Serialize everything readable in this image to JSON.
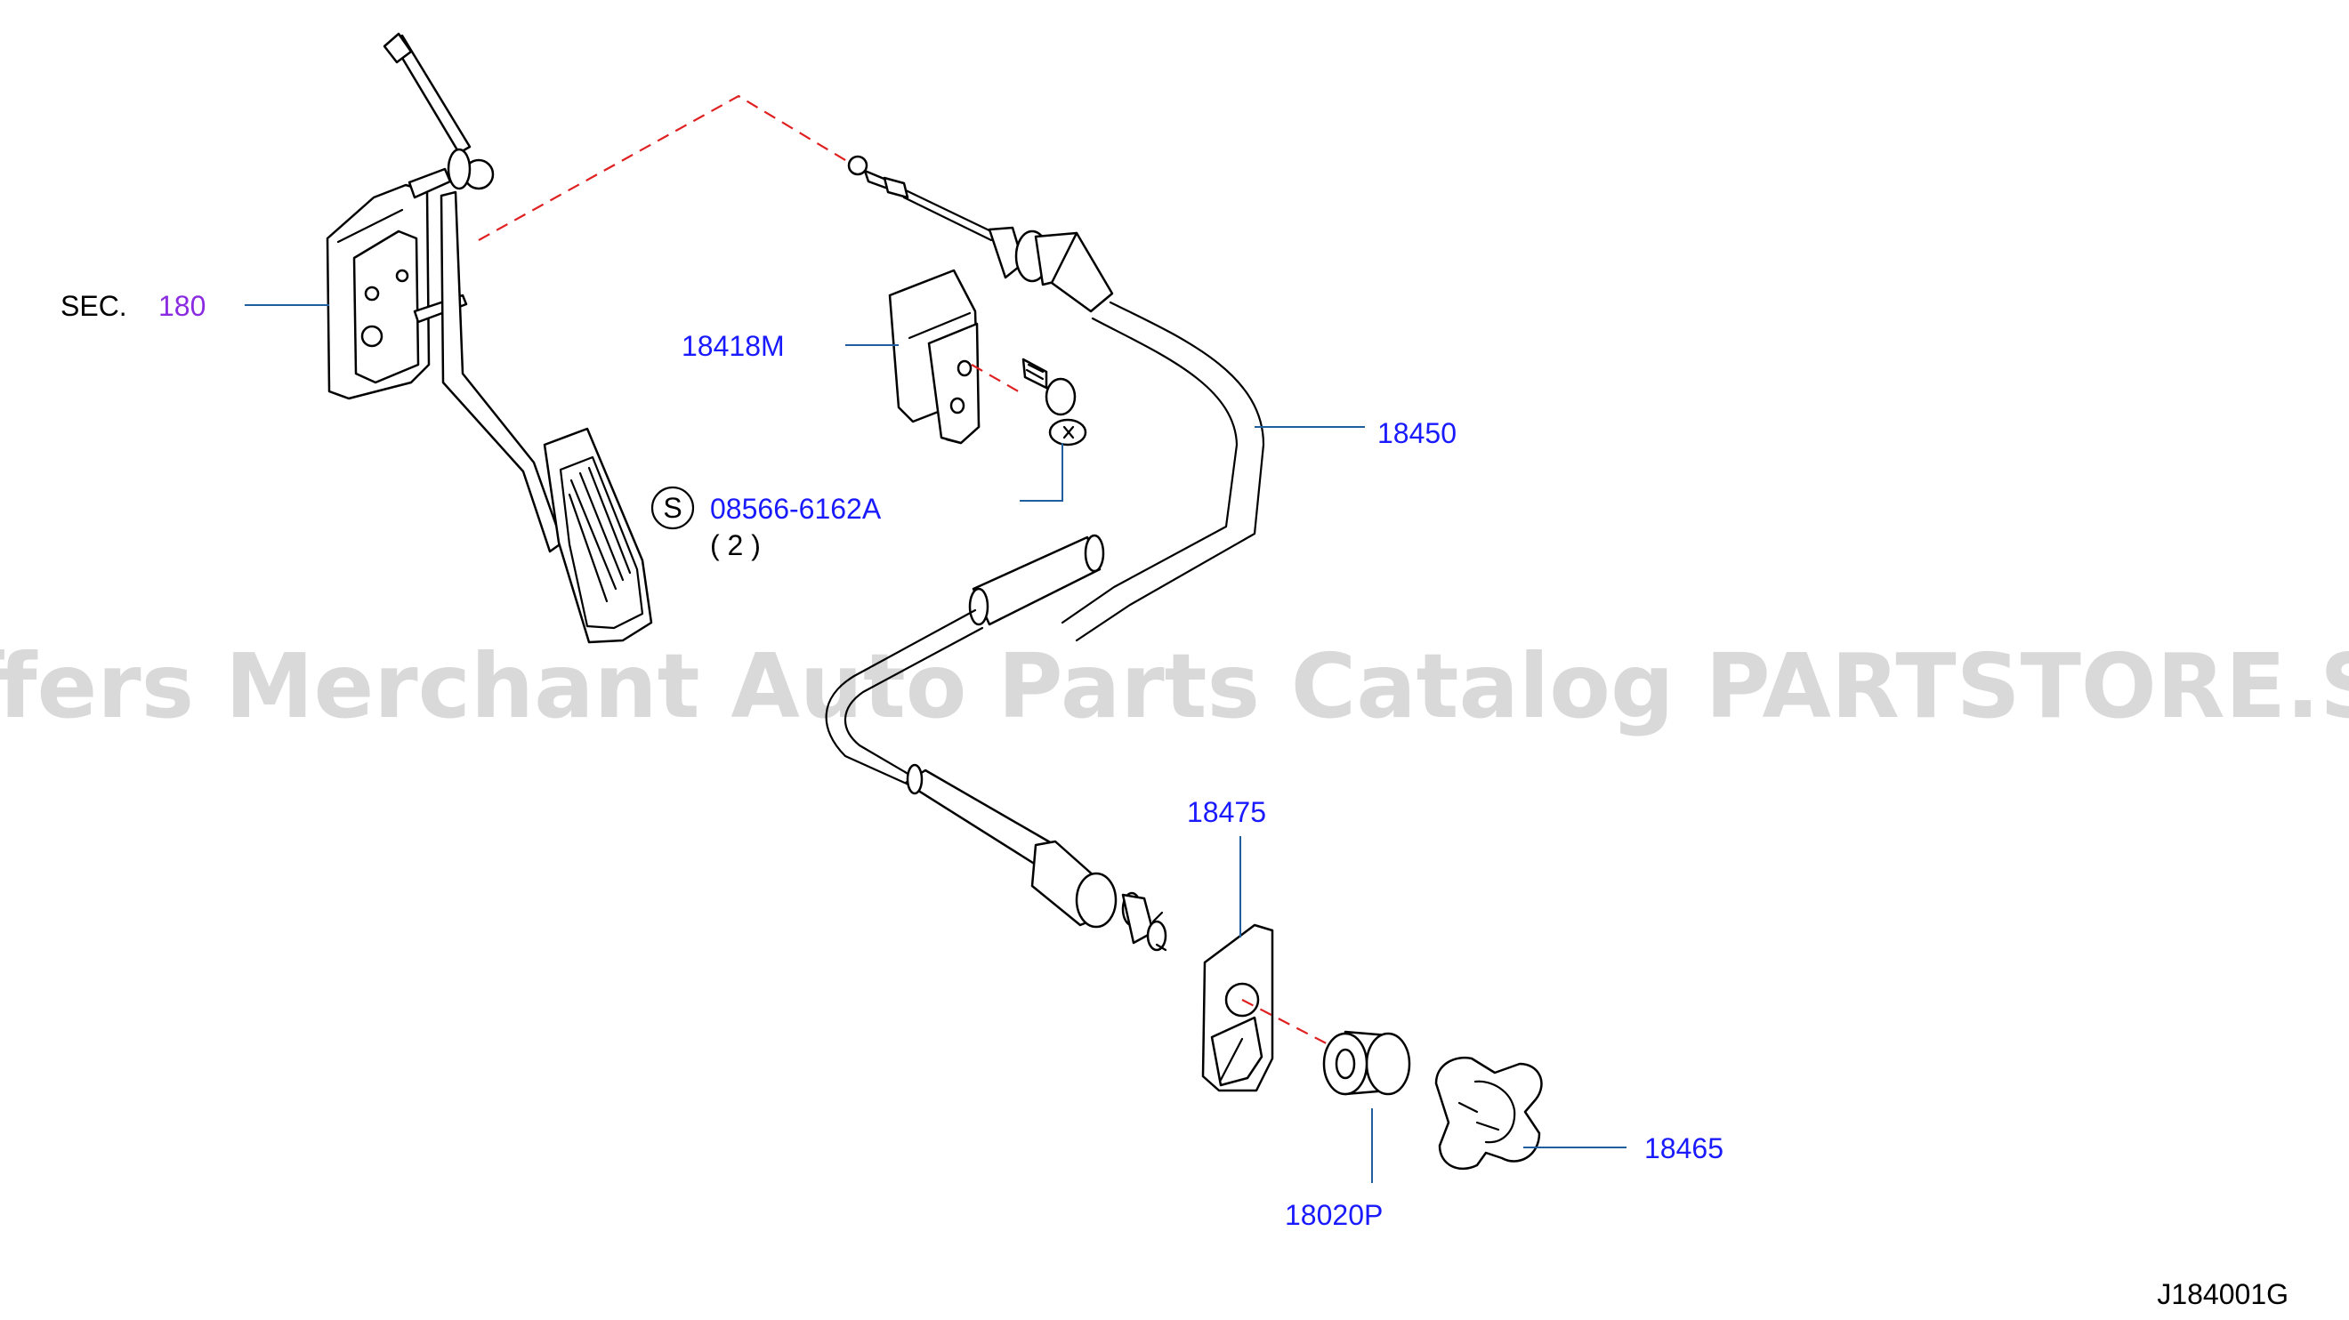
{
  "watermark": "Offers Merchant Auto Parts Catalog PARTSTORE.SA",
  "diagram_code": "J184001G",
  "section_ref": {
    "prefix": "SEC.",
    "number": "180"
  },
  "callouts": {
    "bracket": "18418M",
    "cable": "18450",
    "bolt_mark": "S",
    "bolt": "08566-6162A",
    "bolt_qty": "( 2 )",
    "plate": "18475",
    "grommet": "18020P",
    "clip": "18465"
  },
  "colors": {
    "callout": "#1a1aff",
    "section_link": "#8a2be2",
    "leader_line": "#1f5fa0",
    "phantom_line": "#e02020",
    "watermark": "#d9d9d9"
  }
}
